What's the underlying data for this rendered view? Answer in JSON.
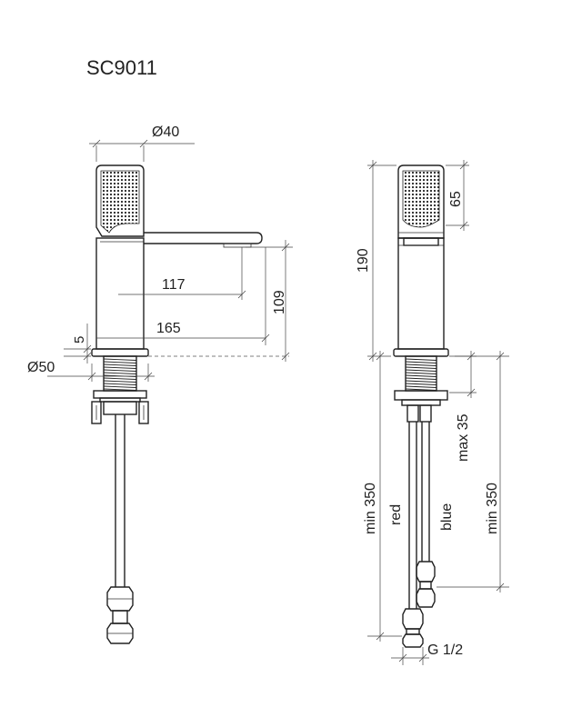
{
  "model": "SC9011",
  "dimensions": {
    "handle_diameter": "Ø40",
    "base_diameter": "Ø50",
    "base_thickness": "5",
    "spout_reach_inner": "117",
    "spout_reach_total": "165",
    "spout_height": "109",
    "total_height": "190",
    "handle_height": "65",
    "max_counter_thickness": "max 35",
    "hose_length_left": "min 350",
    "hose_length_right": "min 350",
    "hose_connection": "G 1/2"
  },
  "hoses": {
    "hot_label": "red",
    "cold_label": "blue"
  },
  "colors": {
    "line": "#222222",
    "background": "#ffffff"
  }
}
